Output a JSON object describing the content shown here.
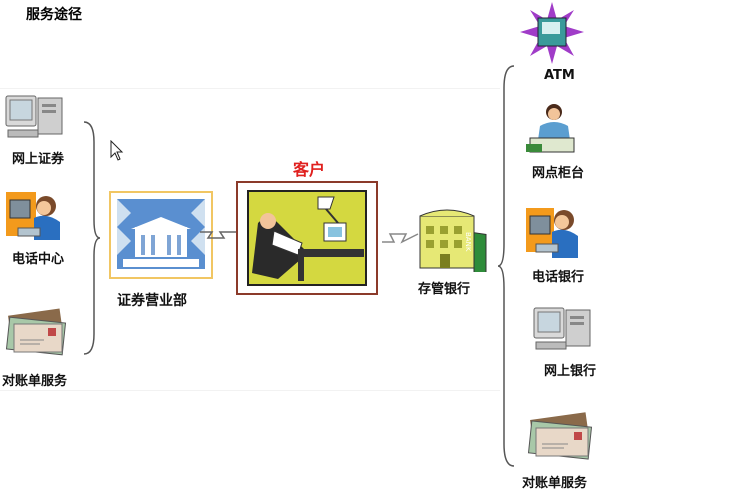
{
  "page": {
    "title": "服务途径"
  },
  "left_channels": [
    {
      "label": "网上证券",
      "icon": "computer-icon"
    },
    {
      "label": "电话中心",
      "icon": "phone-operator-icon"
    },
    {
      "label": "对账单服务",
      "icon": "mail-envelope-icon"
    }
  ],
  "center": {
    "brokerage": {
      "label": "证券营业部",
      "icon": "office-building-icon"
    },
    "client": {
      "label": "客户",
      "icon": "client-at-computer-icon"
    },
    "bank": {
      "label": "存管银行",
      "icon": "bank-icon",
      "sign": "BANK"
    }
  },
  "right_channels": [
    {
      "label": "ATM",
      "icon": "atm-icon"
    },
    {
      "label": "网点柜台",
      "icon": "bank-teller-icon"
    },
    {
      "label": "电话银行",
      "icon": "phone-operator-icon"
    },
    {
      "label": "网上银行",
      "icon": "computer-icon"
    },
    {
      "label": "对账单服务",
      "icon": "mail-envelope-icon"
    }
  ],
  "colors": {
    "client_label": "#e0201e",
    "brokerage_frame": "#f1c663",
    "client_frame": "#8b3a2a"
  }
}
